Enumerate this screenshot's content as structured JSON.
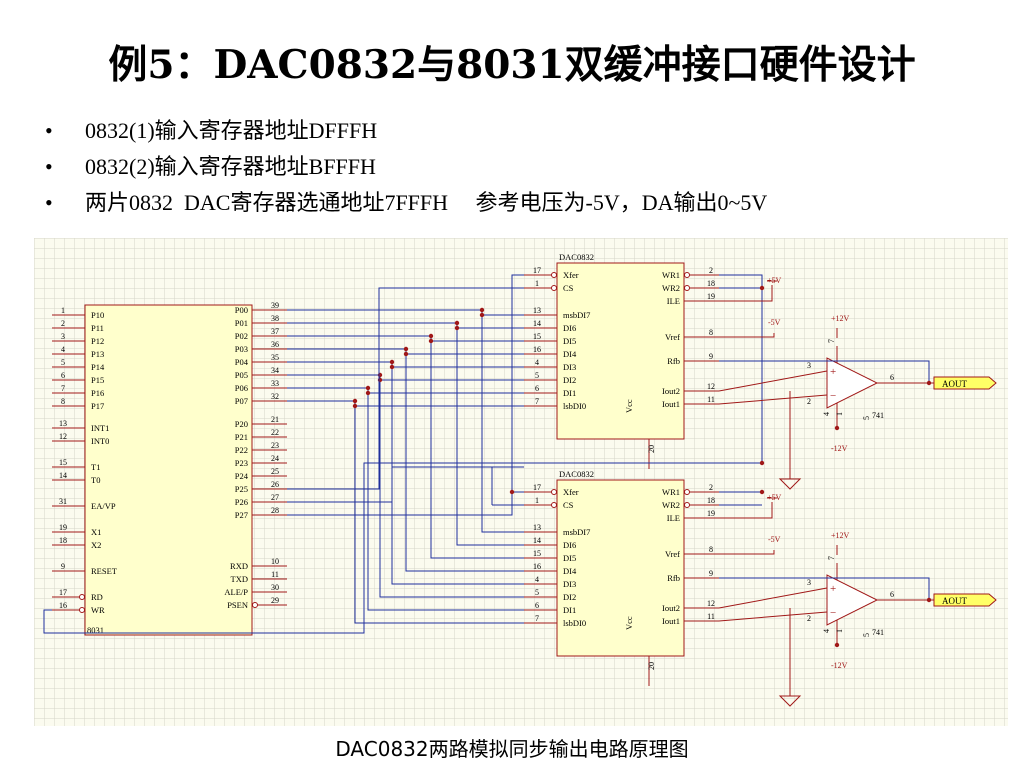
{
  "slide": {
    "title": "例5：DAC0832与8031双缓冲接口硬件设计",
    "bullets": [
      "0832(1)输入寄存器地址DFFFH",
      "0832(2)输入寄存器地址BFFFH",
      "两片0832  DAC寄存器选通地址7FFFH     参考电压为-5V，DA输出0~5V"
    ],
    "caption": "DAC0832两路模拟同步输出电路原理图"
  },
  "schematic": {
    "mcu": {
      "name": "8031",
      "left_pins": [
        {
          "num": "1",
          "label": "P10"
        },
        {
          "num": "2",
          "label": "P11"
        },
        {
          "num": "3",
          "label": "P12"
        },
        {
          "num": "4",
          "label": "P13"
        },
        {
          "num": "5",
          "label": "P14"
        },
        {
          "num": "6",
          "label": "P15"
        },
        {
          "num": "7",
          "label": "P16"
        },
        {
          "num": "8",
          "label": "P17"
        },
        {
          "num": "13",
          "label": "INT1"
        },
        {
          "num": "12",
          "label": "INT0"
        },
        {
          "num": "15",
          "label": "T1"
        },
        {
          "num": "14",
          "label": "T0"
        },
        {
          "num": "31",
          "label": "EA/VP"
        },
        {
          "num": "19",
          "label": "X1"
        },
        {
          "num": "18",
          "label": "X2"
        },
        {
          "num": "9",
          "label": "RESET"
        },
        {
          "num": "17",
          "label": "RD"
        },
        {
          "num": "16",
          "label": "WR"
        }
      ],
      "right_pins": [
        {
          "num": "39",
          "label": "P00"
        },
        {
          "num": "38",
          "label": "P01"
        },
        {
          "num": "37",
          "label": "P02"
        },
        {
          "num": "36",
          "label": "P03"
        },
        {
          "num": "35",
          "label": "P04"
        },
        {
          "num": "34",
          "label": "P05"
        },
        {
          "num": "33",
          "label": "P06"
        },
        {
          "num": "32",
          "label": "P07"
        },
        {
          "num": "21",
          "label": "P20"
        },
        {
          "num": "22",
          "label": "P21"
        },
        {
          "num": "23",
          "label": "P22"
        },
        {
          "num": "24",
          "label": "P23"
        },
        {
          "num": "25",
          "label": "P24"
        },
        {
          "num": "26",
          "label": "P25"
        },
        {
          "num": "27",
          "label": "P26"
        },
        {
          "num": "28",
          "label": "P27"
        },
        {
          "num": "10",
          "label": "RXD"
        },
        {
          "num": "11",
          "label": "TXD"
        },
        {
          "num": "30",
          "label": "ALE/P"
        },
        {
          "num": "29",
          "label": "PSEN"
        }
      ]
    },
    "dacs": [
      {
        "name": "DAC0832",
        "left_pins": [
          {
            "num": "17",
            "label": "Xfer"
          },
          {
            "num": "1",
            "label": "CS"
          },
          {
            "num": "13",
            "label": "msbDI7"
          },
          {
            "num": "14",
            "label": "DI6"
          },
          {
            "num": "15",
            "label": "DI5"
          },
          {
            "num": "16",
            "label": "DI4"
          },
          {
            "num": "4",
            "label": "DI3"
          },
          {
            "num": "5",
            "label": "DI2"
          },
          {
            "num": "6",
            "label": "DI1"
          },
          {
            "num": "7",
            "label": "lsbDI0"
          }
        ],
        "right_pins": [
          {
            "num": "2",
            "label": "WR1"
          },
          {
            "num": "18",
            "label": "WR2"
          },
          {
            "num": "19",
            "label": "ILE"
          },
          {
            "num": "8",
            "label": "Vref"
          },
          {
            "num": "9",
            "label": "Rfb"
          },
          {
            "num": "12",
            "label": "Iout2"
          },
          {
            "num": "11",
            "label": "Iout1"
          }
        ],
        "vcc_label": "Vcc",
        "gnd_pin": "20"
      },
      {
        "name": "DAC0832",
        "left_pins": [
          {
            "num": "17",
            "label": "Xfer"
          },
          {
            "num": "1",
            "label": "CS"
          },
          {
            "num": "13",
            "label": "msbDI7"
          },
          {
            "num": "14",
            "label": "DI6"
          },
          {
            "num": "15",
            "label": "DI5"
          },
          {
            "num": "16",
            "label": "DI4"
          },
          {
            "num": "4",
            "label": "DI3"
          },
          {
            "num": "5",
            "label": "DI2"
          },
          {
            "num": "6",
            "label": "DI1"
          },
          {
            "num": "7",
            "label": "lsbDI0"
          }
        ],
        "right_pins": [
          {
            "num": "2",
            "label": "WR1"
          },
          {
            "num": "18",
            "label": "WR2"
          },
          {
            "num": "19",
            "label": "ILE"
          },
          {
            "num": "8",
            "label": "Vref"
          },
          {
            "num": "9",
            "label": "Rfb"
          },
          {
            "num": "12",
            "label": "Iout2"
          },
          {
            "num": "11",
            "label": "Iout1"
          }
        ],
        "vcc_label": "Vcc",
        "gnd_pin": "20"
      }
    ],
    "supplies": {
      "plus5": "+5V",
      "minus5": "-5V",
      "plus12": "+12V",
      "minus12": "-12V"
    },
    "opamps": [
      {
        "name": "741",
        "pin_v_plus": "7",
        "pin_plus": "3",
        "pin_minus": "2",
        "pin_out": "6",
        "pin_v_minus": "4",
        "pin_offset1": "1",
        "pin_offset2": "5",
        "output_label": "AOUT"
      },
      {
        "name": "741",
        "pin_v_plus": "7",
        "pin_plus": "3",
        "pin_minus": "2",
        "pin_out": "6",
        "pin_v_minus": "4",
        "pin_offset1": "1",
        "pin_offset2": "5",
        "output_label": "AOUT"
      }
    ]
  },
  "colors": {
    "wire": "#1f2f9c",
    "component": "#a01818",
    "text": "#000000",
    "chip_fill": "#ffffcc",
    "grid_bg": "#fbfbef",
    "grid_line": "#d6d6c8"
  }
}
